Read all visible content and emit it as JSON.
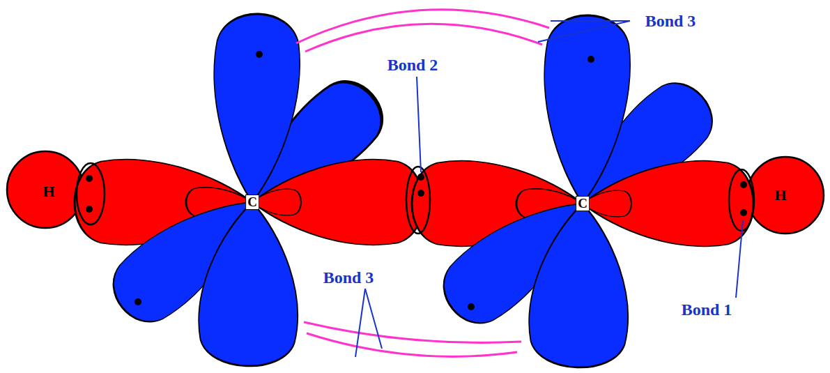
{
  "diagram": {
    "labels": [
      "Bond 3",
      "Bond 2",
      "H",
      "C",
      "C",
      "H",
      "Bond 3",
      "Bond 1"
    ]
  }
}
